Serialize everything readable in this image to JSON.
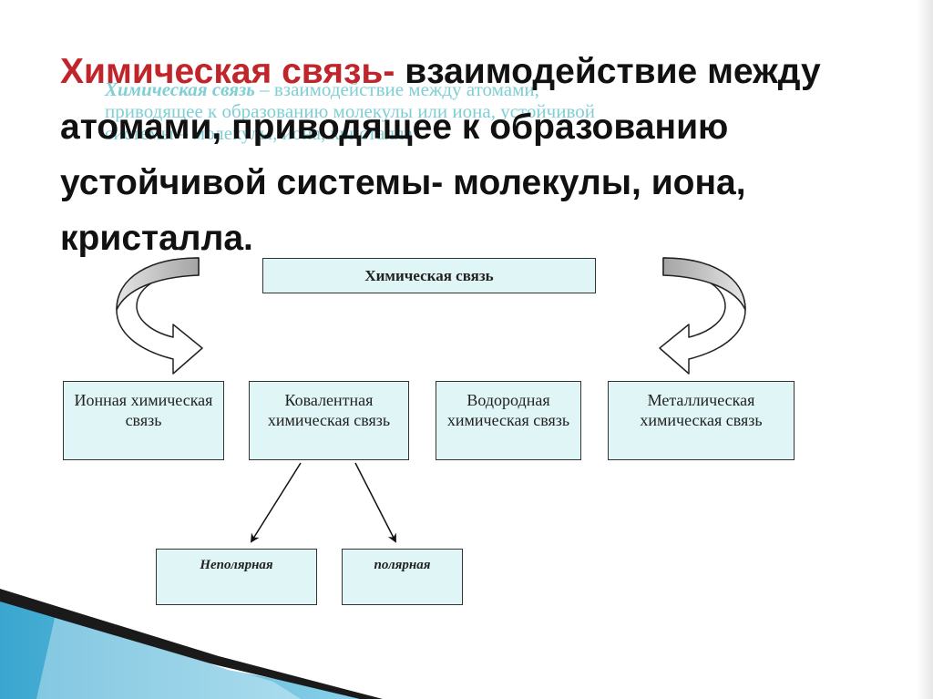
{
  "slide": {
    "background_text": {
      "term": "Химическая связь",
      "lines": [
        " – взаимодействие между атомами,",
        "приводящее к образованию молекулы или иона, устойчивой",
        "системы – молекулы, иона, кристалла"
      ]
    },
    "title": {
      "term": "Химическая связь-",
      "definition": " взаимодействие между атомами, приводящее к образованию  устойчивой системы- молекулы, иона, кристалла."
    },
    "diagram": {
      "root": "Химическая связь",
      "types": [
        {
          "label": "Ионная химическая связь"
        },
        {
          "label": "Ковалентная химическая связь"
        },
        {
          "label": "Водородная химическая связь"
        },
        {
          "label": "Металлическая химическая связь"
        }
      ],
      "covalent_subtypes": [
        {
          "label": "Неполярная"
        },
        {
          "label": "полярная"
        }
      ]
    },
    "colors": {
      "term": "#c0252b",
      "box_fill": "#dff5f6",
      "ghost_text": "#7fcfd5",
      "stripe": "#29a0c8"
    }
  }
}
